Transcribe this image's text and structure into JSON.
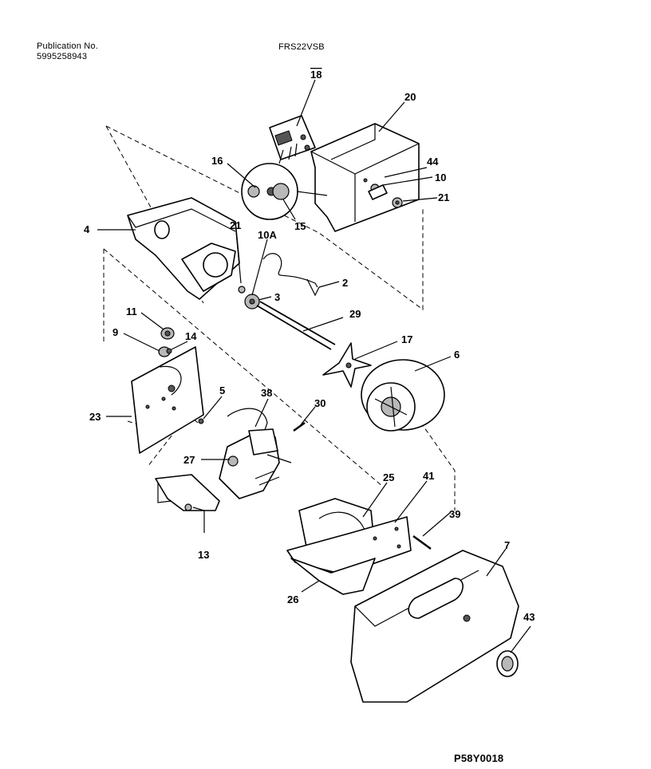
{
  "header": {
    "publication_label": "Publication No.",
    "publication_number": "5995258943",
    "model": "FRS22VSB"
  },
  "footer": {
    "diagram_code": "P58Y0018"
  },
  "callouts": [
    "18",
    "20",
    "44",
    "10",
    "21",
    "16",
    "15",
    "4",
    "21",
    "10A",
    "2",
    "3",
    "29",
    "11",
    "9",
    "14",
    "17",
    "6",
    "5",
    "38",
    "30",
    "23",
    "27",
    "25",
    "41",
    "39",
    "13",
    "7",
    "26",
    "43"
  ]
}
